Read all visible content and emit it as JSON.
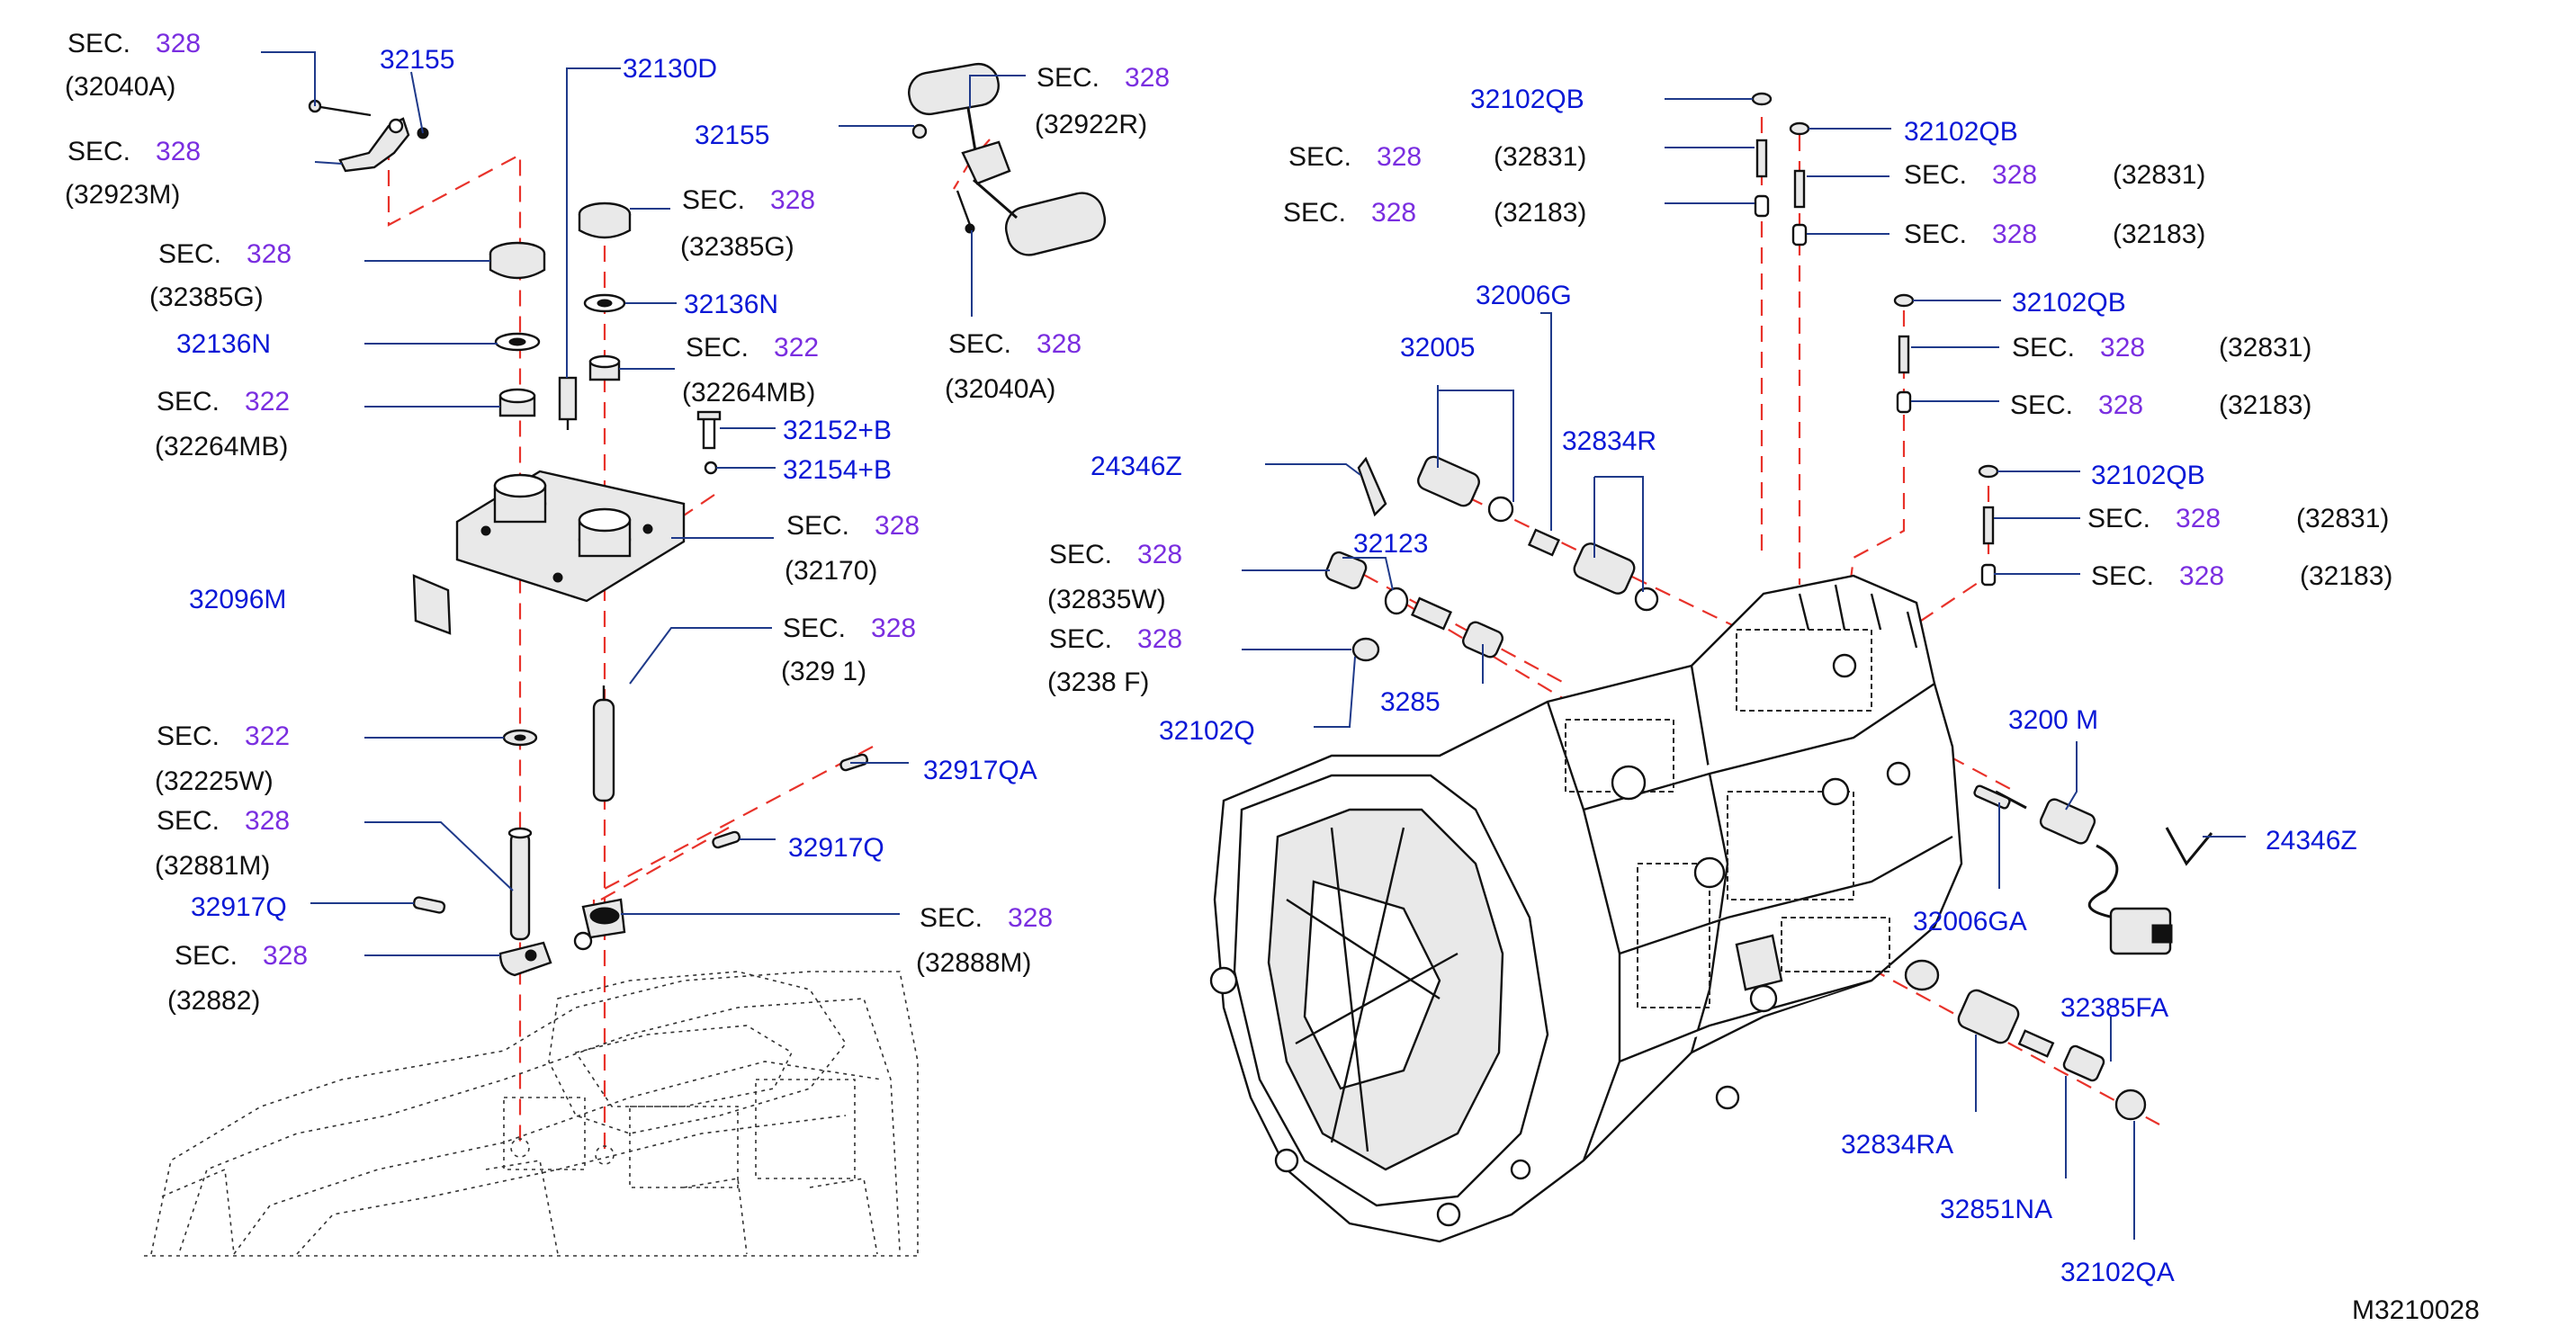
{
  "diagram": {
    "figure_code": "M3210028",
    "colors": {
      "part_number": "#0a18d6",
      "section_number": "#7a2ee0",
      "text": "#111111",
      "leader_line": "#1f3a8a",
      "dashed_axis": "#e8322a"
    },
    "left": {
      "sec_328_32040A": {
        "sec_word": "SEC.",
        "sec_num": "328",
        "ref": "(32040A)"
      },
      "p_32155_top": "32155",
      "sec_328_32923M": {
        "sec_word": "SEC.",
        "sec_num": "328",
        "ref": "(32923M)"
      },
      "p_32130D": "32130D",
      "sec_328_32385G_left": {
        "sec_word": "SEC.",
        "sec_num": "328",
        "ref": "(32385G)"
      },
      "p_32136N_left": "32136N",
      "sec_322_32264MB_left": {
        "sec_word": "SEC.",
        "sec_num": "322",
        "ref": "(32264MB)"
      },
      "sec_328_32385G_mid": {
        "sec_word": "SEC.",
        "sec_num": "328",
        "ref": "(32385G)"
      },
      "p_32136N_mid": "32136N",
      "sec_322_32264MB_mid": {
        "sec_word": "SEC.",
        "sec_num": "322",
        "ref": "(32264MB)"
      },
      "p_32152B": "32152+B",
      "p_32154B": "32154+B",
      "sec_328_32170": {
        "sec_word": "SEC.",
        "sec_num": "328",
        "ref": "(32170)"
      },
      "p_32096M": "32096M",
      "sec_328_329x1": {
        "sec_word": "SEC.",
        "sec_num": "328",
        "ref": "(329 1)"
      },
      "sec_322_32225W": {
        "sec_word": "SEC.",
        "sec_num": "322",
        "ref": "(32225W)"
      },
      "p_32917QA": "32917QA",
      "sec_328_32881M": {
        "sec_word": "SEC.",
        "sec_num": "328",
        "ref": "(32881M)"
      },
      "p_32917Q_right": "32917Q",
      "p_32917Q_left": "32917Q",
      "sec_328_32888M": {
        "sec_word": "SEC.",
        "sec_num": "328",
        "ref": "(32888M)"
      },
      "sec_328_32882": {
        "sec_word": "SEC.",
        "sec_num": "328",
        "ref": "(32882)"
      },
      "sec_328_32922R": {
        "sec_word": "SEC.",
        "sec_num": "328",
        "ref": "(32922R)"
      },
      "p_32155_mid": "32155",
      "sec_328_32040A_mid": {
        "sec_word": "SEC.",
        "sec_num": "328",
        "ref": "(32040A)"
      }
    },
    "right": {
      "p_32102QB_1": "32102QB",
      "sec_328_32831_1": {
        "sec_word": "SEC.",
        "sec_num": "328",
        "ref": "(32831)"
      },
      "sec_328_32183_1": {
        "sec_word": "SEC.",
        "sec_num": "328",
        "ref": "(32183)"
      },
      "p_32102QB_2": "32102QB",
      "sec_328_32831_2": {
        "sec_word": "SEC.",
        "sec_num": "328",
        "ref": "(32831)"
      },
      "sec_328_32183_2": {
        "sec_word": "SEC.",
        "sec_num": "328",
        "ref": "(32183)"
      },
      "p_32006G": "32006G",
      "p_32005": "32005",
      "p_32102QB_3": "32102QB",
      "sec_328_32831_3": {
        "sec_word": "SEC.",
        "sec_num": "328",
        "ref": "(32831)"
      },
      "sec_328_32183_3": {
        "sec_word": "SEC.",
        "sec_num": "328",
        "ref": "(32183)"
      },
      "p_24346Z_left": "24346Z",
      "p_32834R": "32834R",
      "p_32102QB_4": "32102QB",
      "sec_328_32831_4": {
        "sec_word": "SEC.",
        "sec_num": "328",
        "ref": "(32831)"
      },
      "sec_328_32183_4": {
        "sec_word": "SEC.",
        "sec_num": "328",
        "ref": "(32183)"
      },
      "sec_328_32835W": {
        "sec_word": "SEC.",
        "sec_num": "328",
        "ref": "(32835W)"
      },
      "p_32123": "32123",
      "sec_328_3238xF": {
        "sec_word": "SEC.",
        "sec_num": "328",
        "ref": "(3238 F)"
      },
      "p_3285x": "3285",
      "p_32102Q": "32102Q",
      "p_3200xM": "3200 M",
      "p_24346Z_right": "24346Z",
      "p_32006GA": "32006GA",
      "p_32385FA": "32385FA",
      "p_32834RA": "32834RA",
      "p_32851NA": "32851NA",
      "p_32102QA": "32102QA"
    }
  }
}
